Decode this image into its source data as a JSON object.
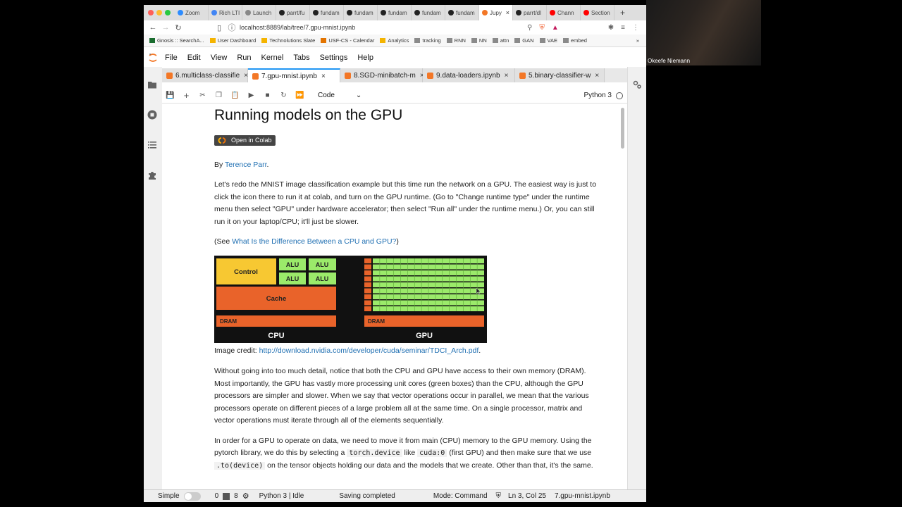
{
  "browser": {
    "tabs": [
      {
        "label": "Zoom",
        "color": "#2d8cff"
      },
      {
        "label": "Rich LTI",
        "color": "#4285f4"
      },
      {
        "label": "Launch",
        "color": "#888888"
      },
      {
        "label": "parrt/fu",
        "color": "#222222"
      },
      {
        "label": "fundam",
        "color": "#222222"
      },
      {
        "label": "fundam",
        "color": "#222222"
      },
      {
        "label": "fundam",
        "color": "#222222"
      },
      {
        "label": "fundam",
        "color": "#222222"
      },
      {
        "label": "fundam",
        "color": "#222222"
      },
      {
        "label": "Jupy",
        "color": "#f37726",
        "active": true
      },
      {
        "label": "parrt/dl",
        "color": "#222222"
      },
      {
        "label": "Chann",
        "color": "#ff0000"
      },
      {
        "label": "Section",
        "color": "#ff0000"
      }
    ],
    "new_tab": "+",
    "url": "localhost:8889/lab/tree/7.gpu-mnist.ipynb",
    "bookmarks": [
      "Gnosis :: SearchA...",
      "User Dashboard",
      "Technolutions Slate",
      "USF-CS - Calendar",
      "Analytics",
      "tracking",
      "RNN",
      "NN",
      "attn",
      "GAN",
      "VAE",
      "embed"
    ],
    "bookmarks_more": "»"
  },
  "jupyter": {
    "menu": [
      "File",
      "Edit",
      "View",
      "Run",
      "Kernel",
      "Tabs",
      "Settings",
      "Help"
    ],
    "doc_tabs": [
      {
        "label": "6.multiclass-classifie"
      },
      {
        "label": "7.gpu-mnist.ipynb",
        "active": true
      },
      {
        "label": "8.SGD-minibatch-m"
      },
      {
        "label": "9.data-loaders.ipynb"
      },
      {
        "label": "5.binary-classifier-w"
      }
    ],
    "close_glyph": "×",
    "cell_type": "Code",
    "kernel": "Python 3"
  },
  "notebook": {
    "title": "Running models on the GPU",
    "colab_label": "Open in Colab",
    "by_prefix": "By ",
    "author": "Terence Parr",
    "by_suffix": ".",
    "p1": "Let's redo the MNIST image classification example but this time run the network on a GPU. The easiest way is just to click the icon there to run it at colab, and turn on the GPU runtime. (Go to \"Change runtime type\" under the runtime menu then select \"GPU\" under hardware accelerator; then select \"Run all\" under the runtime menu.) Or, you can still run it on your laptop/CPU; it'll just be slower.",
    "see_prefix": "(See ",
    "see_link": "What Is the Difference Between a CPU and GPU?",
    "see_suffix": ")",
    "figure": {
      "control": "Control",
      "alu": "ALU",
      "cache": "Cache",
      "dram": "DRAM",
      "cpu": "CPU",
      "gpu": "GPU"
    },
    "credit_prefix": "Image credit: ",
    "credit_link": "http://download.nvidia.com/developer/cuda/seminar/TDCI_Arch.pdf",
    "credit_suffix": ".",
    "p2": "Without going into too much detail, notice that both the CPU and GPU have access to their own memory (DRAM). Most importantly, the GPU has vastly more processing unit cores (green boxes) than the CPU, although the GPU processors are simpler and slower. When we say that vector operations occur in parallel, we mean that the various processors operate on different pieces of a large problem all at the same time. On a single processor, matrix and vector operations must iterate through all of the elements sequentially.",
    "p3_a": "In order for a GPU to operate on data, we need to move it from main (CPU) memory to the GPU memory. Using the pytorch library, we do this by selecting a ",
    "p3_code1": "torch.device",
    "p3_b": " like ",
    "p3_code2": "cuda:0",
    "p3_c": " (first GPU) and then make sure that we use ",
    "p3_code3": ".to(device)",
    "p3_d": " on the tensor objects holding our data and the models that we create. Other than that, it's the same."
  },
  "statusbar": {
    "mode_simple": "Simple",
    "count_a": "0",
    "count_b": "8",
    "kernel_status": "Python 3 | Idle",
    "save_status": "Saving completed",
    "mode": "Mode: Command",
    "position": "Ln 3, Col 25",
    "filename": "7.gpu-mnist.ipynb"
  },
  "webcam": {
    "name": "Okeefe Niemann"
  }
}
